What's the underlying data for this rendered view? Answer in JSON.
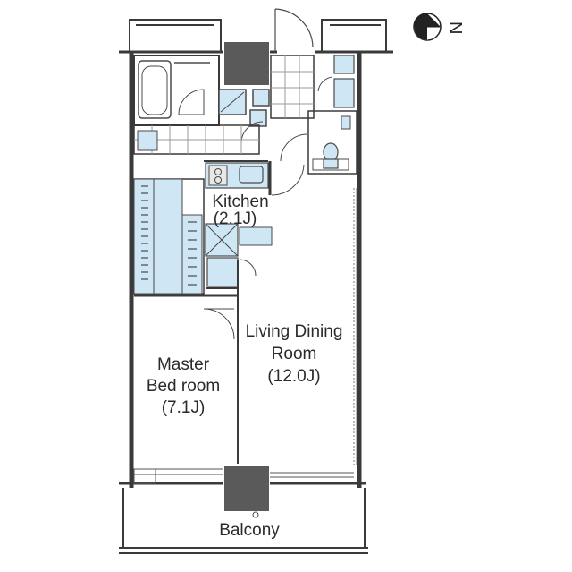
{
  "compass": {
    "label": "N",
    "icon": "north-arrow-icon"
  },
  "rooms": {
    "kitchen": {
      "name": "Kitchen",
      "size": "(2.1J)"
    },
    "living": {
      "name_line1": "Living Dining",
      "name_line2": "Room",
      "size": "(12.0J)"
    },
    "bedroom": {
      "name_line1": "Master",
      "name_line2": "Bed room",
      "size": "(7.1J)"
    },
    "balcony": {
      "name": "Balcony"
    }
  },
  "colors": {
    "wall": "#3a3a3a",
    "fixture_fill": "#cfe6f5",
    "fixture_stroke": "#4a4a4a",
    "column": "#5a5a5a",
    "tile_line": "#9a9a9a"
  }
}
